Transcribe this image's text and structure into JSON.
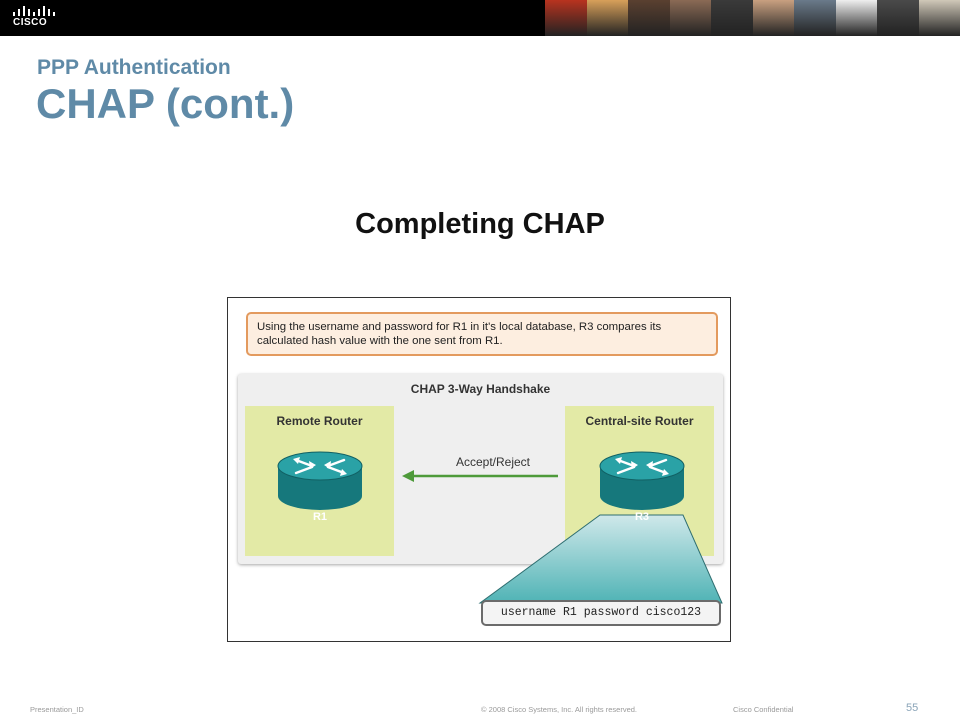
{
  "header": {
    "logo_text": "CISCO",
    "photo_colors": [
      "#b8331f",
      "#d8a05a",
      "#5a4030",
      "#8a6a55",
      "#3a3a3a",
      "#c9a080",
      "#6a7a8a",
      "#efefef",
      "#4a4a4a",
      "#d0c8b8"
    ]
  },
  "slide": {
    "subtitle": "PPP Authentication",
    "title": "CHAP (cont.)",
    "section_heading": "Completing CHAP"
  },
  "figure": {
    "note": "Using the username and password for R1 in it's local database, R3 compares its calculated hash value with the one sent from R1.",
    "panel_title": "CHAP 3-Way Handshake",
    "remote_router_label": "Remote Router",
    "central_router_label": "Central-site Router",
    "arrow_label": "Accept/Reject",
    "router_left_name": "R1",
    "router_right_name": "R3",
    "command": "username R1 password cisco123",
    "colors": {
      "router_box": "#e3eaa6",
      "router": "#1f8a8e",
      "arrow": "#4e9a3a",
      "note_border": "#e39a5e"
    }
  },
  "footer": {
    "presentation_id": "Presentation_ID",
    "copyright": "© 2008 Cisco Systems, Inc. All rights reserved.",
    "confidential": "Cisco Confidential",
    "page_number": "55"
  }
}
